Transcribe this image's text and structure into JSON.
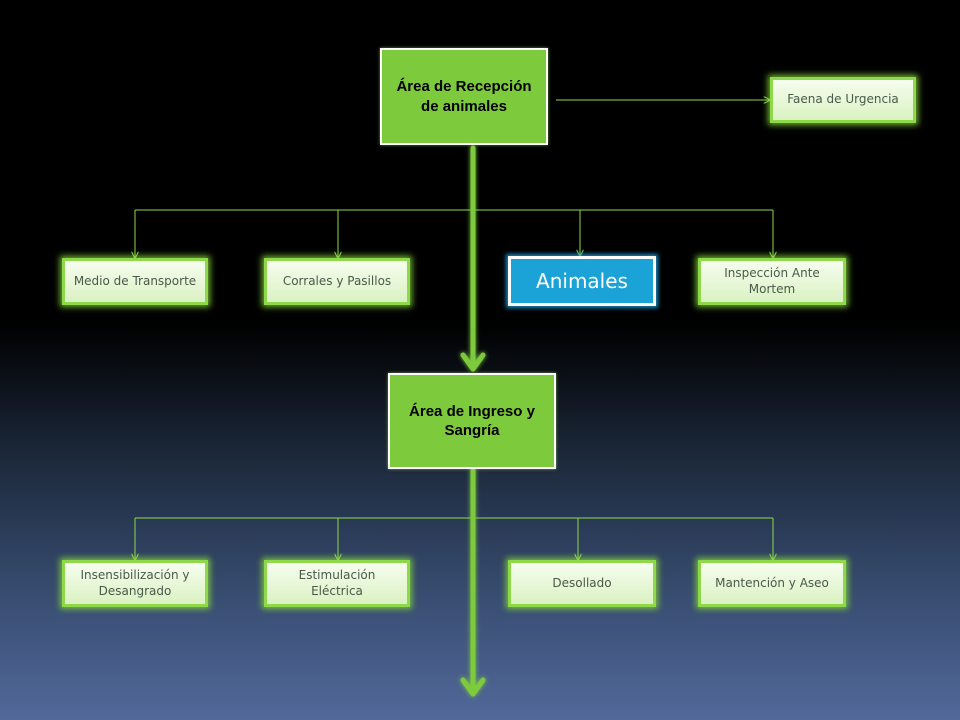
{
  "diagram": {
    "nodes": {
      "recepcion": "Área de Recepción de animales",
      "faena_urgencia": "Faena de Urgencia",
      "medio_transporte": "Medio de Transporte",
      "corrales_pasillos": "Corrales y Pasillos",
      "animales": "Animales",
      "inspeccion_ante_mortem": "Inspección Ante Mortem",
      "ingreso_sangria": "Área de Ingreso y Sangría",
      "insensibilizacion": "Insensibilización y Desangrado",
      "estimulacion": "Estimulación Eléctrica",
      "desollado": "Desollado",
      "mantencion": "Mantención y Aseo"
    }
  },
  "colors": {
    "main_box": "#7dcb3c",
    "leaf_border": "#8ed94a",
    "highlight_box": "#1ba3d8",
    "connector": "#8ed94a",
    "flow_arrow": "#7dcb3c"
  }
}
